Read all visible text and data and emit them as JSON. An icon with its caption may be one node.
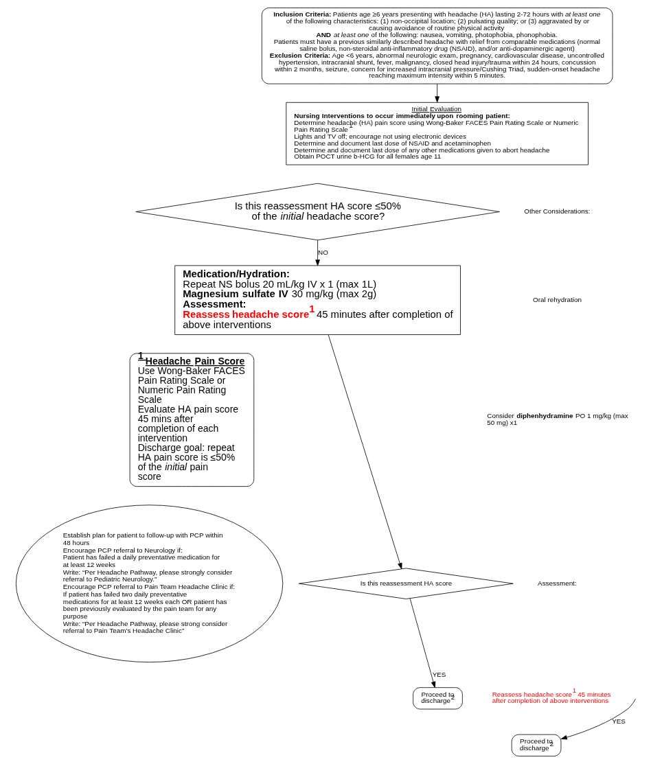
{
  "diagram": {
    "nodes": [
      {
        "text": [
          "**Inclusion Criteria:** Patients age ≥6 years presenting with headache (HA) lasting 2-72 hours with *at least one* of the following characteristics: (1) non-occipital location; (2) pulsating quality; or (3) aggravated by or causing avoidance of routine physical activity",
          "**AND** *at least one* of the following: nausea, vomiting, photophobia, phonophobia.",
          "Patients must have a previous similarly described headache with relief from comparable medications (normal saline bolus, non-steroidal anti-inflammatory drug (NSAID), and/or anti-dopaminergic agent)",
          "**Exclusion Criteria:** Age <6 years, abnormal neurologic exam, pregnancy, cardiovascular disease, uncontrolled hypertension, intracranial shunt, fever, malignancy, closed head injury/trauma within 24 hours, concussion within 2 months, seizure, concern for increased intracranial pressure/Cushing Triad, sudden-onset headache reaching maximum intensity within 5 minutes."
        ]
      },
      {
        "text": [
          "Initial Evaluation",
          "Nursing Interventions to occur immediately upon rooming patient:",
          "Determine headache (HA) pain score using Wong-Baker FACES Pain Rating Scale or Numeric Pain Rating Scale$^{1}$",
          "Lights and TV off; encourage not using electronic devices",
          "Determine and document last dose of NSAID and acetaminophen",
          "Determine and document last dose of any other medications given to abort headache",
          "Obtain POCT urine b-HCG for all females age 11"
        ]
      },
      {
        "text": [
          "Is this reassessment HA score ≤50% of the *initial* headache score?"
        ]
      },
      {
        "text": [
          "Medication/Hydration:",
          "Repeat NS bolus 20 mL/kg IV x 1 (max 1L)",
          "**Magnesium sulfate IV** 30 mg/kg (max 2g)",
          "Assessment:",
          "**Reassess headache score$^{1}$** 45 minutes after completion of above interventions"
        ]
      },
      {
        "text": [
          "$^{1}$ Headache Pain Score",
          "Use Wong-Baker FACES Pain Rating Scale or Numeric Pain Rating Scale",
          "Evaluate HA pain score 45 mins after completion of each intervention",
          "Discharge goal: repeat HA pain score is ≤50% of the *initial* pain score"
        ]
      },
      {
        "text": [
          "Is this reassessment HA score"
        ]
      },
      {
        "text": [
          "Establish plan for patient to follow-up with PCP within 48 hours",
          "Encourage PCP referral to Neurology if:",
          "Patient has failed a daily preventative medication for at least 12 weeks",
          "Write: “Per Headache Pathway, please strongly consider referral to Pediatric Neurology.”",
          "Encourage PCP referral to Pain Team Headache Clinic if:",
          "If patient has failed two daily preventative medications for at least 12 weeks each OR patient has been previously evaluated by the pain team for any purpose",
          "Write: “Per Headache Pathway, please strong consider referral to Pain Team’s Headache Clinic”"
        ]
      },
      {
        "text": [
          "Proceed to discharge$^{2}$"
        ]
      },
      {
        "text": [
          "Proceed to discharge$^{2}$"
        ]
      }
    ],
    "edges": [
      {
        "from": 0,
        "to": 1,
        "arrow": "to"
      },
      {
        "from": 2,
        "to": 3,
        "arrow": "to",
        "label": "NO"
      },
      {
        "from": 3,
        "to": 5,
        "arrow": "to"
      },
      {
        "from": 5,
        "to": 7,
        "arrow": "to",
        "label": "YES"
      },
      {
        "from": null,
        "to": 8,
        "arrow": "to",
        "label": "YES"
      }
    ],
    "labels": [
      "Other Considerations:",
      "Oral rehydration",
      "Consider **diphenhydramine** PO 1 mg/kg (max 50 mg) x1",
      "Assessment:",
      "Reassess headache score$^{1}$ 45 minutes after completion of above interventions"
    ]
  }
}
